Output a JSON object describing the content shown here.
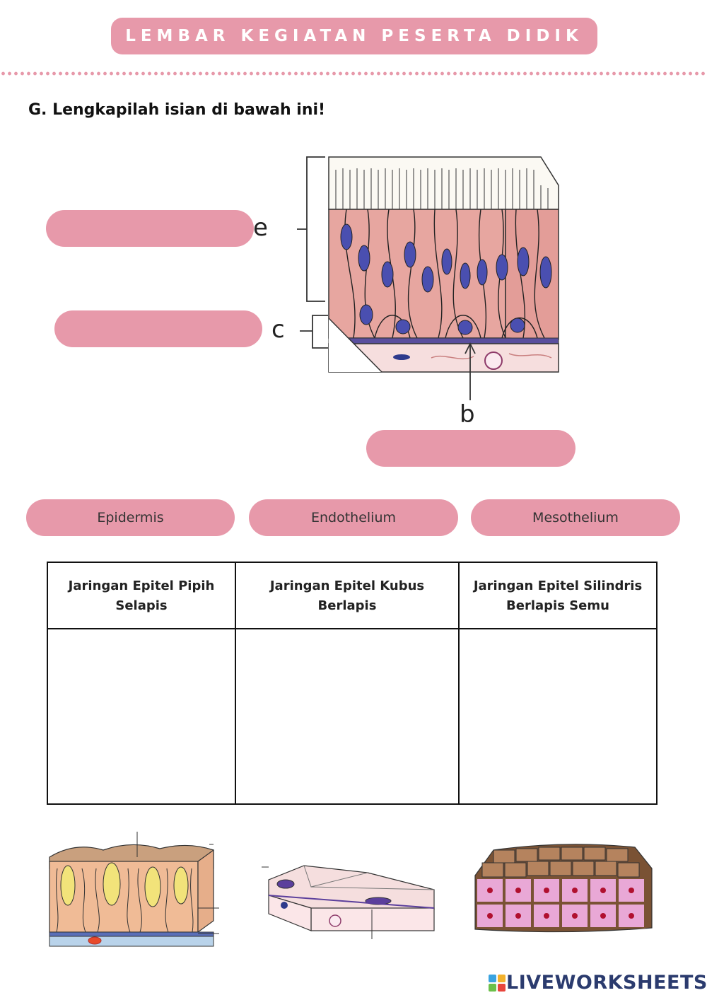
{
  "header": {
    "title": "LEMBAR KEGIATAN PESERTA DIDIK"
  },
  "instruction": "G. Lengkapilah isian di bawah ini!",
  "diagram": {
    "labels": {
      "e": "e",
      "c": "c",
      "b": "b"
    },
    "answer_boxes": [
      {
        "id": "e",
        "value": ""
      },
      {
        "id": "c",
        "value": ""
      },
      {
        "id": "b",
        "value": ""
      }
    ]
  },
  "options": [
    "Epidermis",
    "Endothelium",
    "Mesothelium"
  ],
  "table": {
    "headers": [
      "Jaringan Epitel Pipih Selapis",
      "Jaringan Epitel Kubus Berlapis",
      "Jaringan Epitel Silindris Berlapis Semu"
    ],
    "cells": [
      "",
      "",
      ""
    ]
  },
  "footer": {
    "brand": "LIVEWORKSHEETS"
  },
  "colors": {
    "accent": "#e799aa",
    "brand": "#2b3b6e"
  }
}
